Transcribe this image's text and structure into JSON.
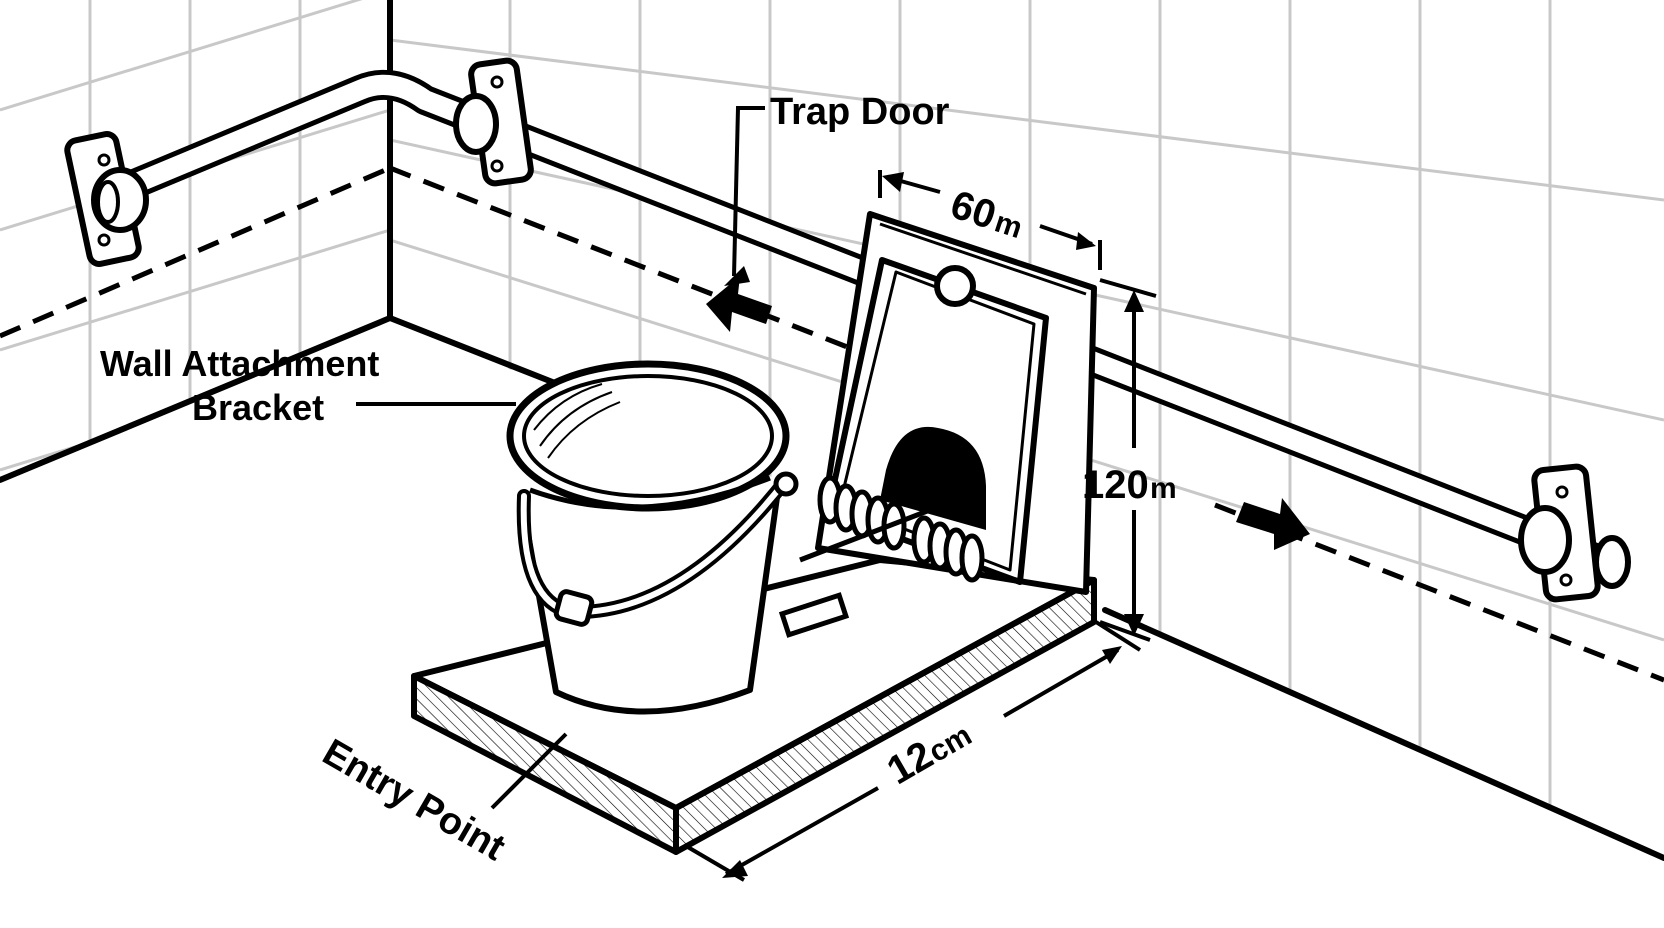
{
  "labels": {
    "trap_door": "Trap Door",
    "wall_bracket_line1": "Wall Attachment",
    "wall_bracket_line2": "Bracket",
    "entry_point": "Entry Point"
  },
  "dimensions": {
    "width_top": {
      "value": "60",
      "unit": "m"
    },
    "height": {
      "value": "120",
      "unit": "m"
    },
    "base": {
      "value": "12",
      "unit": "cm"
    }
  },
  "colors": {
    "ink": "#000000",
    "tile_grid": "#c8c8c8",
    "background": "#ffffff"
  }
}
